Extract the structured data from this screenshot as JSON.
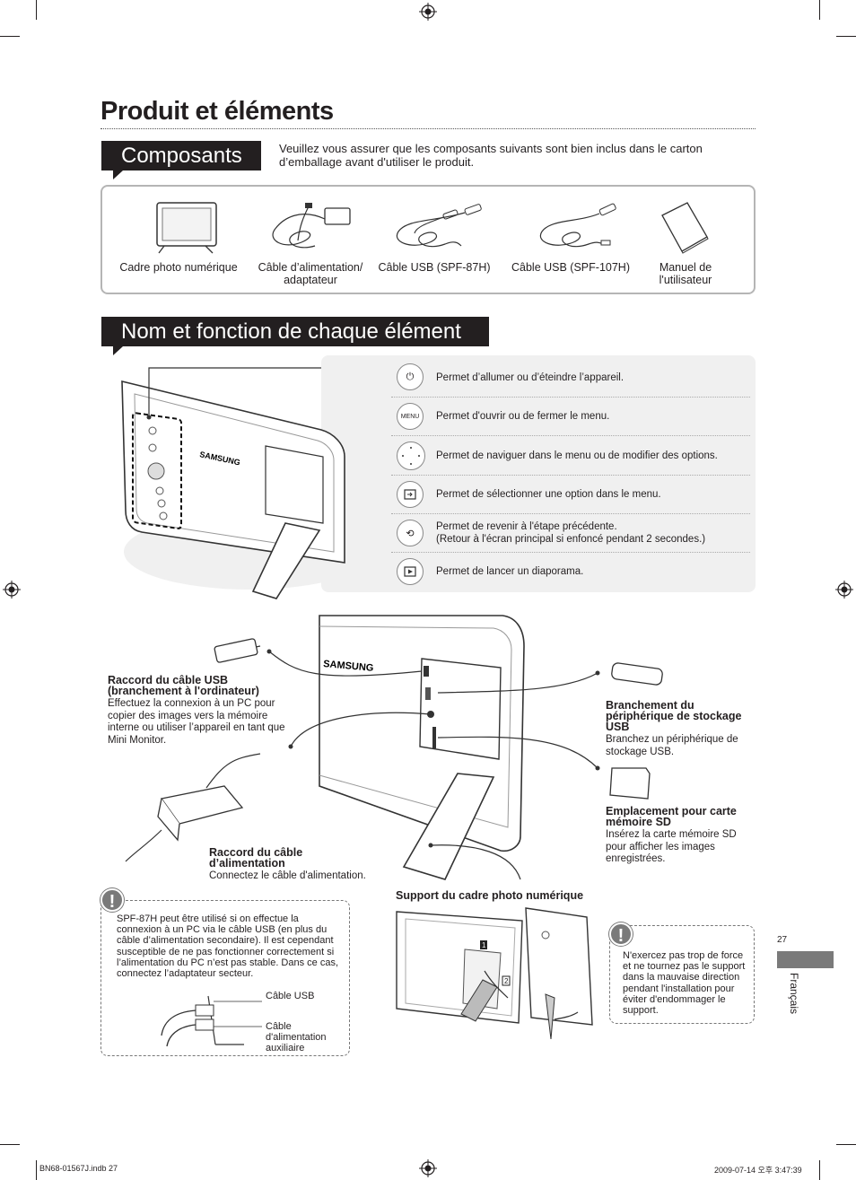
{
  "title": "Produit et éléments",
  "components": {
    "heading": "Composants",
    "intro": "Veuillez vous assurer que les composants suivants sont bien inclus dans le carton d’emballage avant d'utiliser le produit.",
    "items": [
      {
        "label": "Cadre photo numérique",
        "icon": "photo-frame-icon"
      },
      {
        "label": "Câble d’alimentation/ adaptateur",
        "icon": "power-adapter-icon"
      },
      {
        "label": "Câble USB (SPF-87H)",
        "icon": "usb-cable-icon"
      },
      {
        "label": "Câble USB (SPF-107H)",
        "icon": "usb-cable-icon"
      },
      {
        "label": "Manuel de l'utilisateur",
        "icon": "manual-icon"
      }
    ]
  },
  "functions": {
    "heading": "Nom et fonction de chaque élément",
    "buttons": [
      {
        "icon": "power-icon",
        "text": "Permet d’allumer ou d’éteindre l’appareil."
      },
      {
        "icon": "menu-icon",
        "icon_text": "MENU",
        "text": "Permet d'ouvrir ou de fermer le menu."
      },
      {
        "icon": "navigation-icon",
        "text": "Permet de naviguer dans le menu ou de modifier des options."
      },
      {
        "icon": "enter-icon",
        "text": "Permet de sélectionner une option dans le menu."
      },
      {
        "icon": "back-icon",
        "text": "Permet de revenir à l'étape précédente.",
        "text2": "(Retour à l'écran principal si enfoncé pendant 2 secondes.)"
      },
      {
        "icon": "slideshow-icon",
        "text": "Permet de lancer un diaporama."
      }
    ]
  },
  "brand": "SAMSUNG",
  "ports": {
    "usb_pc": {
      "title": "Raccord du câble USB (branchement à l'ordinateur)",
      "desc": "Effectuez la connexion à un PC pour copier des images vers la mémoire interne ou utiliser l’appareil en tant que Mini Monitor."
    },
    "power": {
      "title": "Raccord du câble d’alimentation",
      "desc": "Connectez le câble d'alimentation."
    },
    "usb_storage": {
      "title": "Branchement du périphérique de stockage USB",
      "desc": "Branchez un périphérique de stockage USB."
    },
    "sd": {
      "title": "Emplacement pour carte mémoire SD",
      "desc": "Insérez la carte mémoire SD pour afficher les images enregistrées."
    },
    "stand": {
      "title": "Support du cadre photo numérique"
    }
  },
  "note1": {
    "text": "SPF-87H peut être utilisé si on effectue la connexion à un PC via le câble USB (en plus du câble d’alimentation secondaire). Il est cependant susceptible de ne pas fonctionner correctement si l’alimentation du PC n’est pas stable. Dans ce cas, connectez l’adaptateur secteur.",
    "label_usb": "Câble USB",
    "label_aux": "Câble d'alimentation auxiliaire"
  },
  "note2": {
    "text": "N'exercez pas trop de force et ne tournez pas le support dans la mauvaise direction pendant l'installation pour éviter d'endommager le support."
  },
  "steps": [
    "1",
    "2"
  ],
  "page_number": "27",
  "language": "Français",
  "footer": {
    "left": "BN68-01567J.indb   27",
    "right": "2009-07-14   오후 3:47:39"
  }
}
